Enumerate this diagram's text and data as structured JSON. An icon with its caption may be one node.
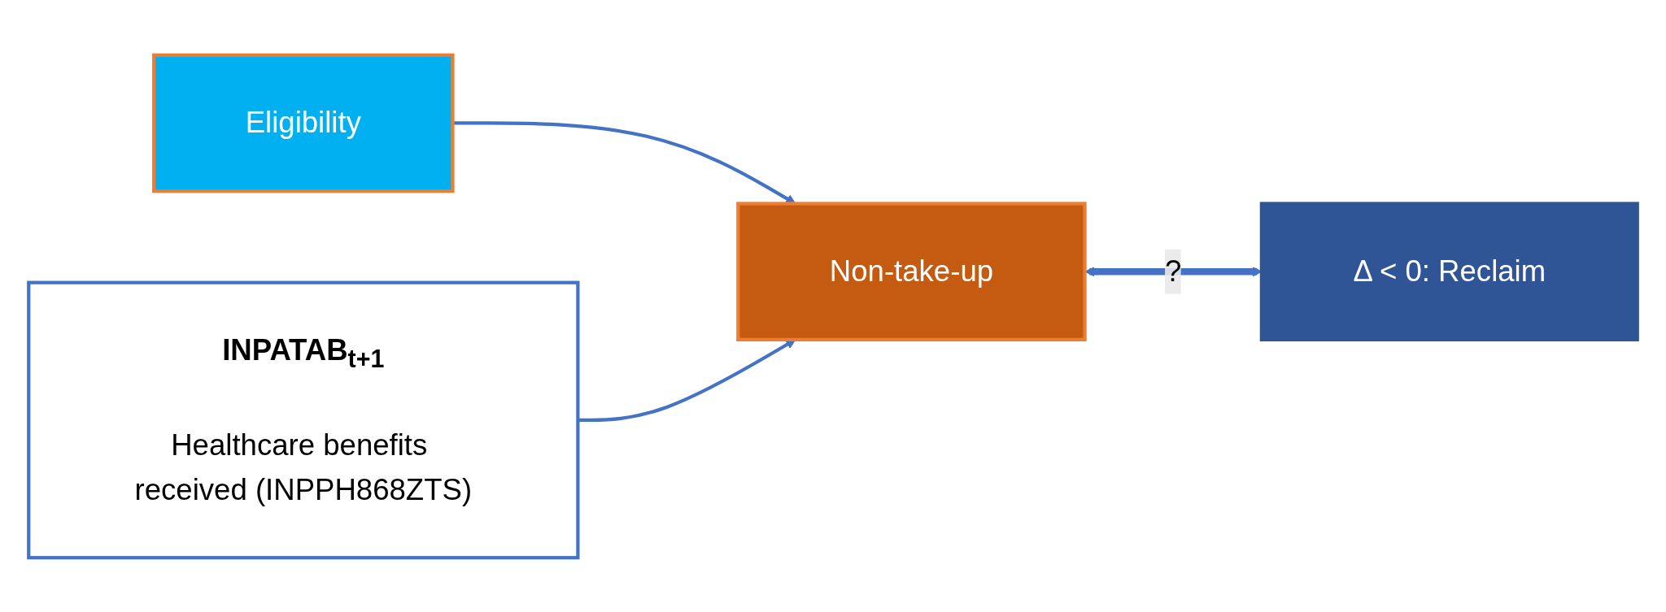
{
  "diagram": {
    "nodes": [
      {
        "text": [
          "INPATAB$_{t+1}$",
          "Healthcare benefits received (INPPH868ZTS)"
        ]
      },
      {
        "text": [
          "Eligibility"
        ]
      },
      {
        "text": [
          "Non-take-up"
        ]
      },
      {
        "text": [
          "Δ < 0: Reclaim"
        ]
      }
    ],
    "edges": [
      {
        "from": 1,
        "to": 2,
        "arrow": "to"
      },
      {
        "from": 0,
        "to": 2,
        "arrow": "to"
      },
      {
        "from": 2,
        "to": 3,
        "arrow": "both",
        "label": "?",
        "style": "thick"
      }
    ]
  }
}
